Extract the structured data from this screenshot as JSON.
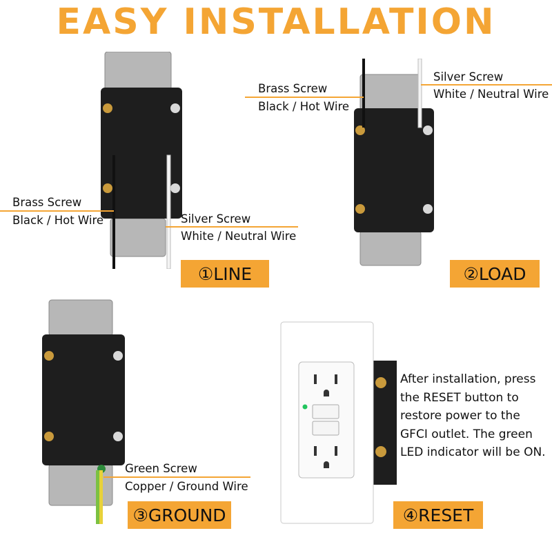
{
  "title": "EASY INSTALLATION",
  "steps": [
    {
      "badge": "①LINE",
      "labels": {
        "brass_screw": "Brass Screw",
        "brass_wire": "Black / Hot Wire",
        "silver_screw": "Silver Screw",
        "silver_wire": "White / Neutral Wire"
      }
    },
    {
      "badge": "②LOAD",
      "labels": {
        "brass_screw": "Brass Screw",
        "brass_wire": "Black / Hot Wire",
        "silver_screw": "Silver Screw",
        "silver_wire": "White / Neutral Wire"
      }
    },
    {
      "badge": "③GROUND",
      "labels": {
        "green_screw": "Green Screw",
        "ground_wire": "Copper / Ground Wire"
      }
    },
    {
      "badge": "④RESET",
      "note_lines": [
        "After installation, press",
        "the RESET button to",
        "restore power to the",
        "GFCI outlet. The green",
        "LED indicator will be ON."
      ]
    }
  ],
  "colors": {
    "accent": "#f4a534",
    "device_body": "#1e1e1e",
    "strap": "#b7b7b7",
    "brass": "#c99a3c",
    "led": "#22c55e"
  }
}
